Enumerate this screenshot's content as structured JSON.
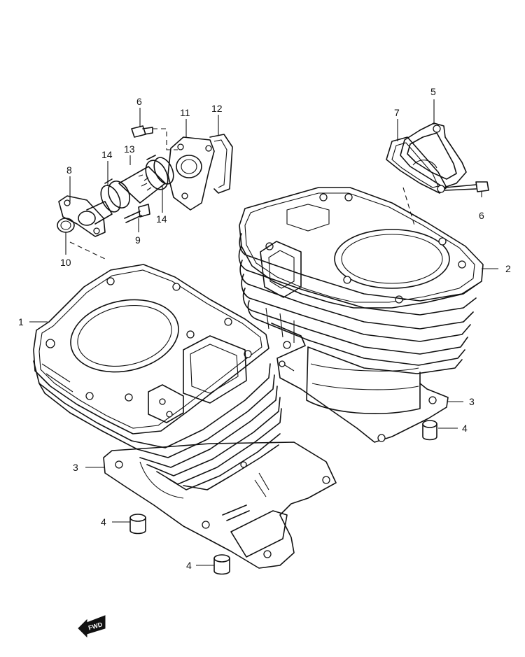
{
  "callouts": {
    "c1": "1",
    "c2": "2",
    "c3_right": "3",
    "c3_left": "3",
    "c4_right": "4",
    "c4_left_upper": "4",
    "c4_left_lower": "4",
    "c5": "5",
    "c6_top": "6",
    "c6_right": "6",
    "c7": "7",
    "c8": "8",
    "c9": "9",
    "c10": "10",
    "c11": "11",
    "c12": "12",
    "c13": "13",
    "c14_upper": "14",
    "c14_lower": "14"
  },
  "forward_indicator": {
    "text": "FWD"
  }
}
